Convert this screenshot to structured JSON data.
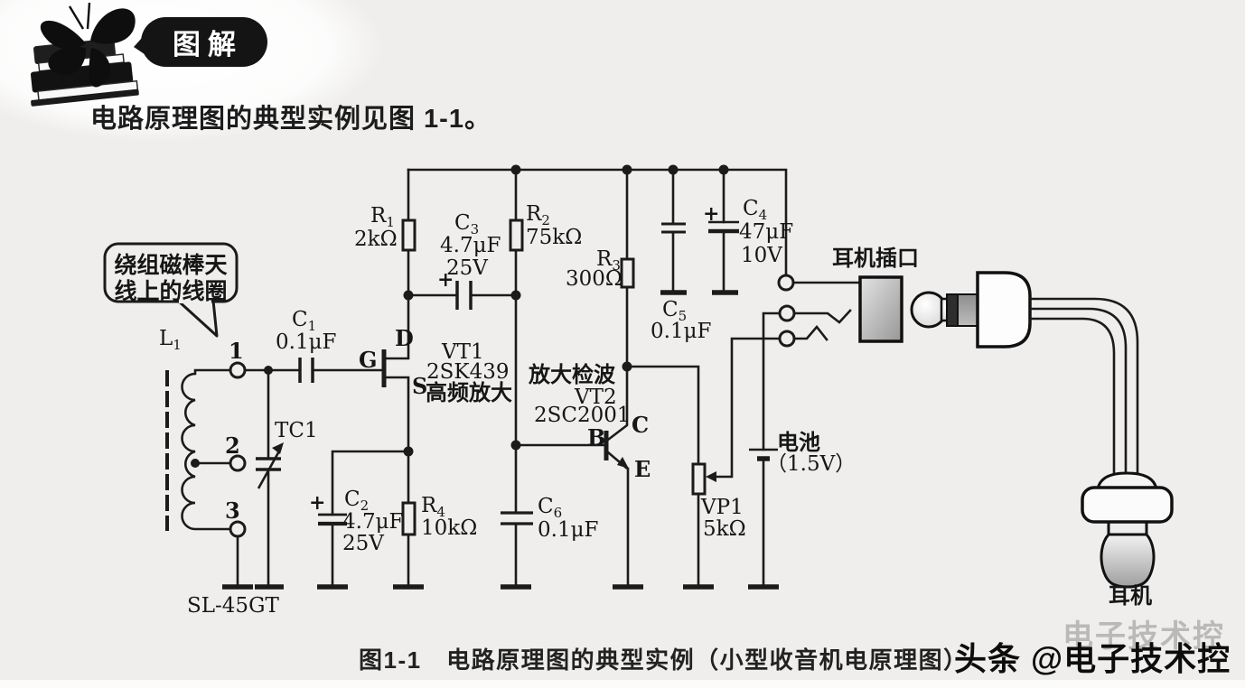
{
  "header": {
    "badge": "图解",
    "heading": "电路原理图的典型实例见图 1-1。"
  },
  "callout": {
    "line1": "绕组磁棒天",
    "line2": "线上的线圈"
  },
  "coil": {
    "ref_sym": "L",
    "ref_sub": "1",
    "terminals": [
      "1",
      "2",
      "3"
    ],
    "model": "SL-45GT",
    "tuning_cap": "TC1"
  },
  "schematic": {
    "plus": "+",
    "r1": {
      "sym": "R",
      "sub": "1",
      "value": "2kΩ"
    },
    "r2": {
      "sym": "R",
      "sub": "2",
      "value": "75kΩ"
    },
    "r3": {
      "sym": "R",
      "sub": "3",
      "value": "300Ω"
    },
    "r4": {
      "sym": "R",
      "sub": "4",
      "value": "10kΩ"
    },
    "c1": {
      "sym": "C",
      "sub": "1",
      "value": "0.1μF"
    },
    "c2": {
      "sym": "C",
      "sub": "2",
      "value": "4.7μF",
      "voltage": "25V"
    },
    "c3": {
      "sym": "C",
      "sub": "3",
      "value": "4.7μF",
      "voltage": "25V"
    },
    "c4": {
      "sym": "C",
      "sub": "4",
      "value": "47μF",
      "voltage": "10V"
    },
    "c5": {
      "sym": "C",
      "sub": "5",
      "value": "0.1μF"
    },
    "c6": {
      "sym": "C",
      "sub": "6",
      "value": "0.1μF"
    },
    "vt1": {
      "name": "VT1",
      "part": "2SK439",
      "desc": "高频放大",
      "pins": {
        "g": "G",
        "d": "D",
        "s": "S"
      }
    },
    "vt2": {
      "name": "VT2",
      "part": "2SC2001",
      "desc": "放大检波",
      "pins": {
        "b": "B",
        "c": "C",
        "e": "E"
      }
    },
    "vp1": {
      "name": "VP1",
      "value": "5kΩ"
    },
    "battery": {
      "name": "电池",
      "value": "（1.5V）"
    },
    "jack": {
      "label": "耳机插口"
    },
    "earphone": {
      "label": "耳机"
    }
  },
  "caption": "图1-1　电路原理图的典型实例（小型收音机电原理图）",
  "watermark": {
    "main": "头条 @电子技术控",
    "ghost": "电子技术控"
  },
  "colors": {
    "background": "#efeeec",
    "line": "#1b1b1b",
    "badge": "#141414",
    "jack_gray": "#a8a8a8"
  }
}
